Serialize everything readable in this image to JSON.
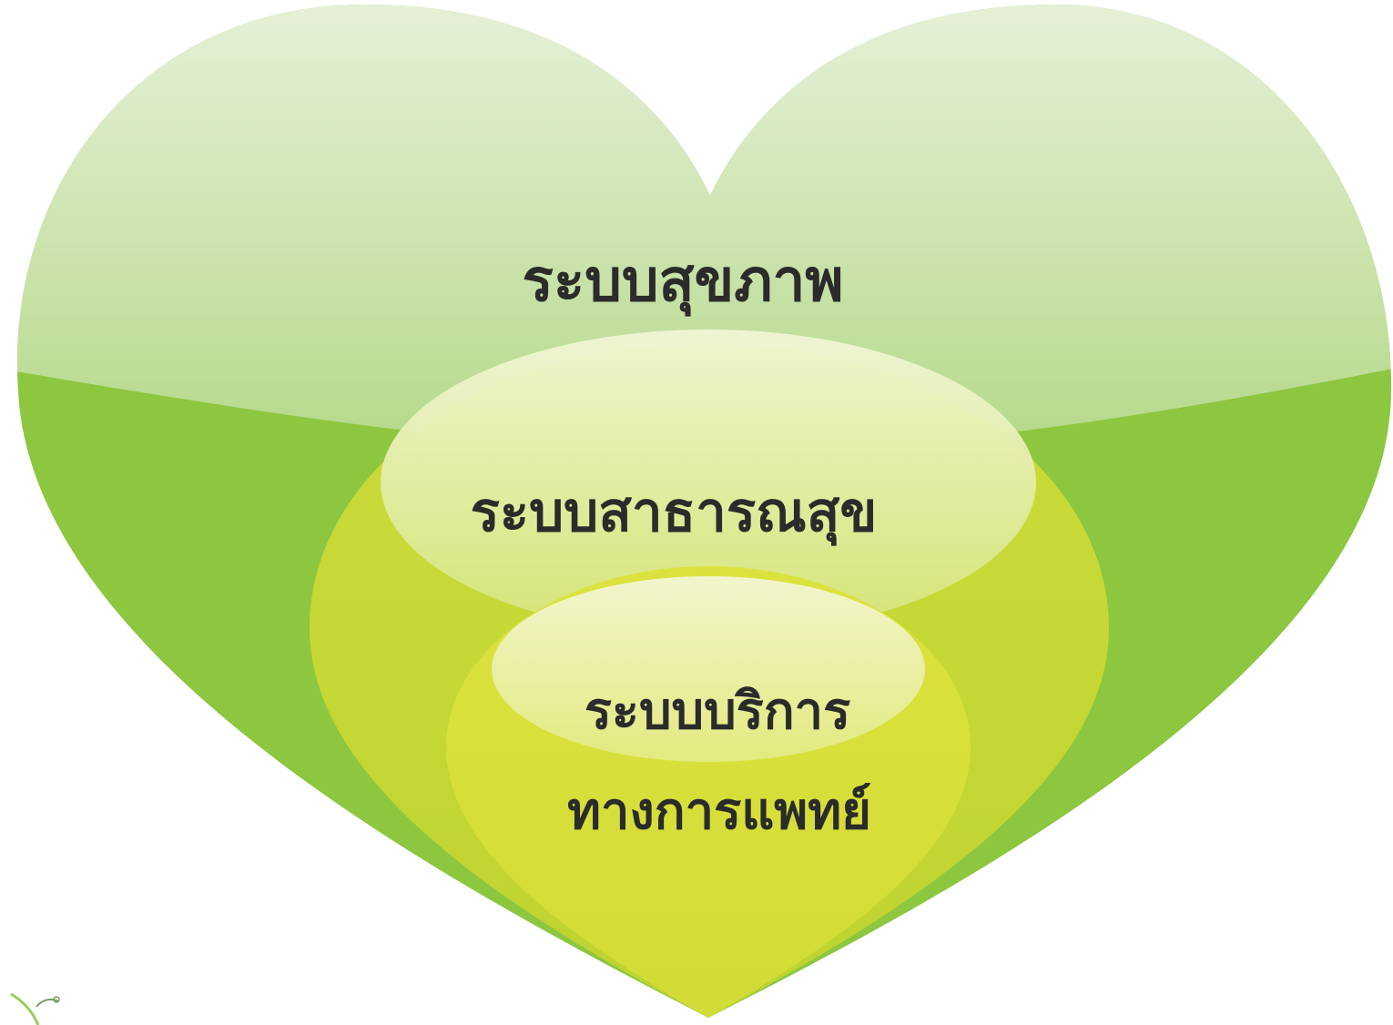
{
  "diagram": {
    "outer": {
      "label": "ระบบสุขภาพ",
      "color_base": "#8dc63f",
      "color_highlight": "#d9ebc4"
    },
    "middle": {
      "label": "ระบบสาธารณสุข",
      "color_base": "#c5d935",
      "color_highlight": "#eef4c4"
    },
    "inner": {
      "label_line1": "ระบบบริการ",
      "label_line2": "ทางการแพทย์",
      "color_base": "#d6e03c",
      "color_highlight": "#f2f5c8"
    },
    "text_color": "#2b2b2b"
  }
}
